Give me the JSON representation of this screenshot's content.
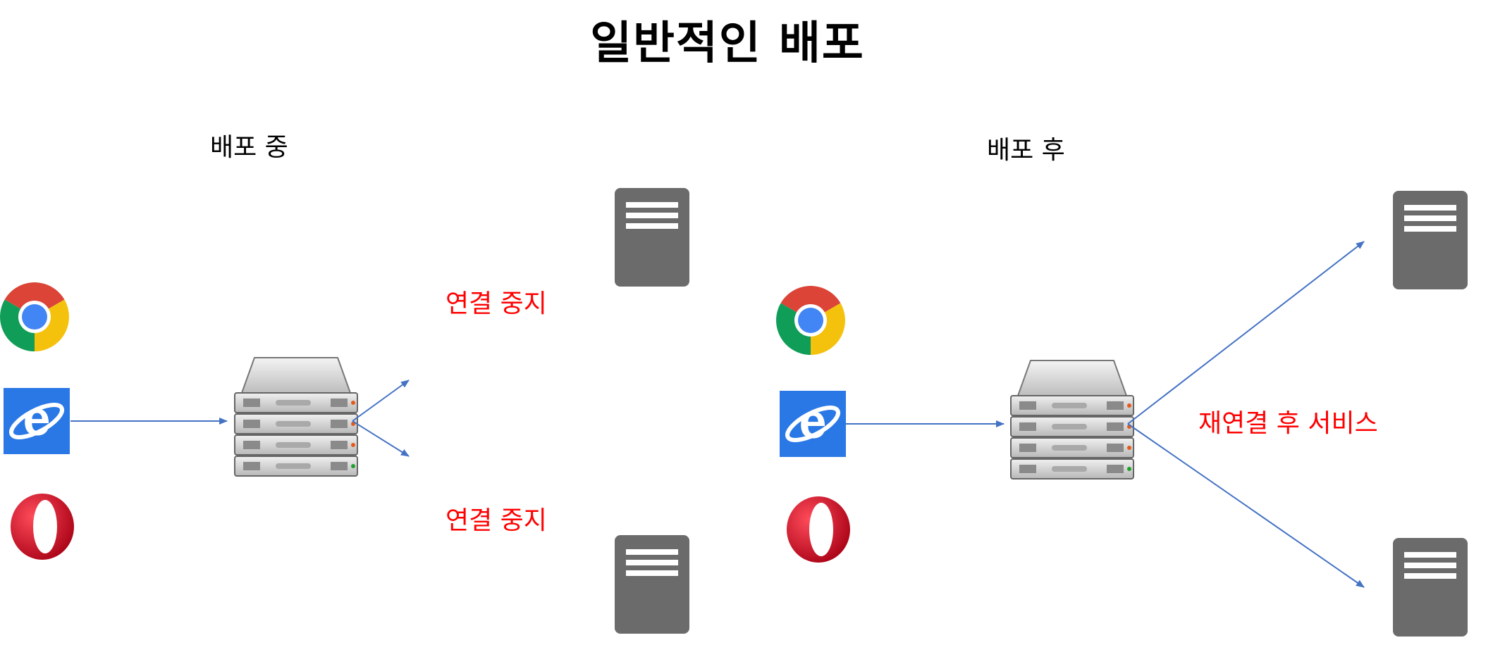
{
  "title": "일반적인 배포",
  "panels": [
    {
      "label": "배포 중",
      "connection_labels": [
        "연결 중지",
        "연결 중지"
      ]
    },
    {
      "label": "배포 후",
      "connection_labels": [
        "재연결 후 서비스"
      ]
    }
  ],
  "colors": {
    "arrow": "#4472c4",
    "server_box": "#6b6b6b",
    "status_text": "#ff0000",
    "ie_tile": "#2a78e6"
  },
  "icons": [
    "chrome-icon",
    "internet-explorer-icon",
    "opera-icon",
    "load-balancer-server-icon",
    "server-icon"
  ]
}
